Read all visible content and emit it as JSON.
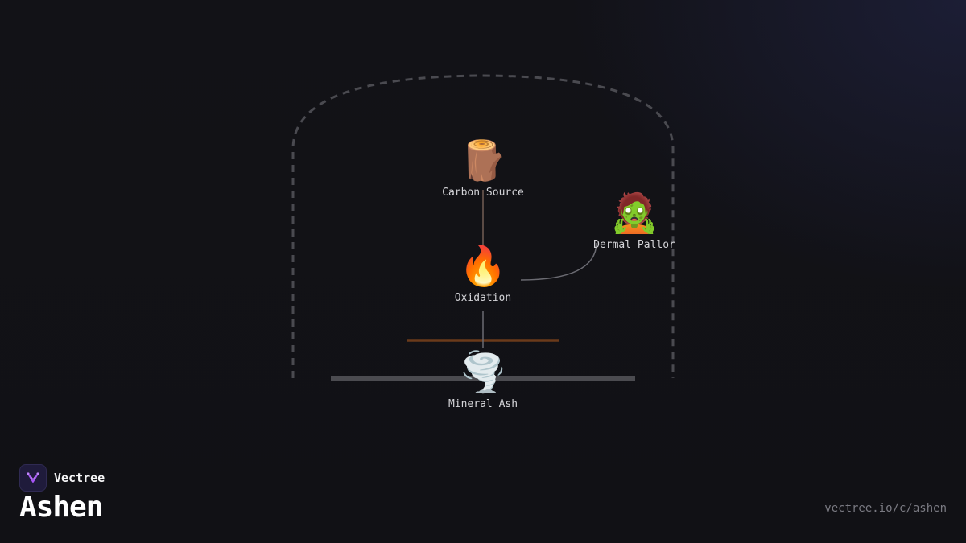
{
  "brand": {
    "name": "Vectree",
    "logo_icon": "vectree-logo-icon",
    "accent_color": "#a855f7"
  },
  "page": {
    "title": "Ashen",
    "url": "vectree.io/c/ashen"
  },
  "diagram": {
    "nodes": [
      {
        "id": "carbon-source",
        "emoji": "🪵",
        "icon": "log-icon",
        "label": "Carbon Source"
      },
      {
        "id": "oxidation",
        "emoji": "🔥",
        "icon": "fire-icon",
        "label": "Oxidation"
      },
      {
        "id": "dermal-pallor",
        "emoji": "🧟",
        "icon": "zombie-icon",
        "label": "Dermal Pallor"
      },
      {
        "id": "mineral-ash",
        "emoji": "🌪️",
        "icon": "tornado-icon",
        "label": "Mineral Ash"
      }
    ],
    "edges": [
      {
        "from": "carbon-source",
        "to": "oxidation"
      },
      {
        "from": "oxidation",
        "to": "mineral-ash"
      },
      {
        "from": "oxidation",
        "to": "dermal-pallor"
      }
    ],
    "colors": {
      "frame": "#4a4a50",
      "edge": "#6b6b72",
      "accent_line": "#6b3a1a",
      "base_bar": "#4b4b50"
    }
  }
}
